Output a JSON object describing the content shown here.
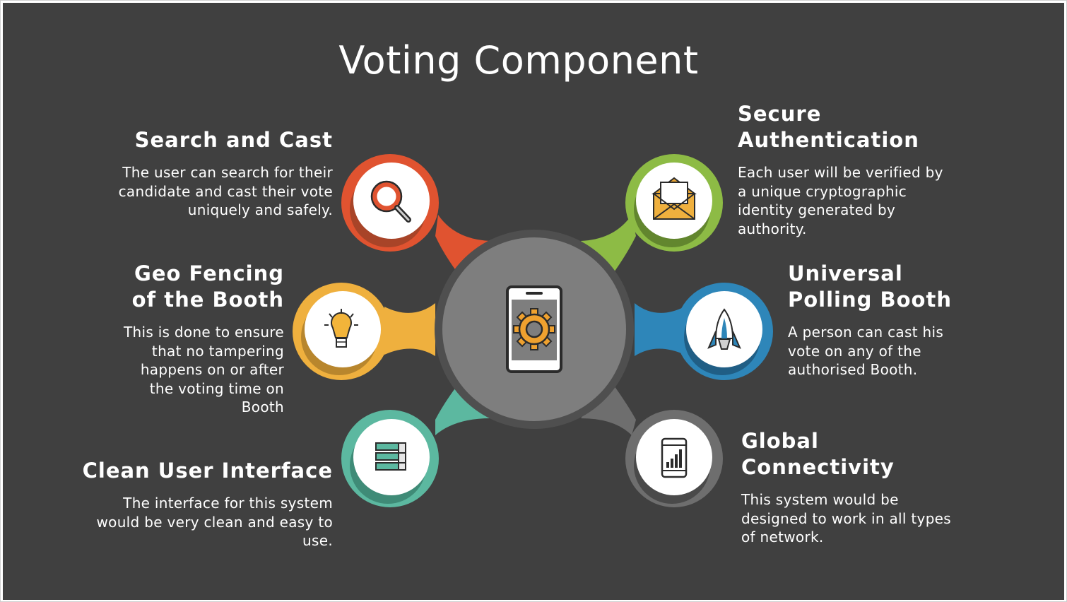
{
  "title": "Voting Component",
  "colors": {
    "background": "#404040",
    "search": "#E05330",
    "geo": "#EFB03E",
    "clean": "#5CB8A0",
    "secure": "#8DBB45",
    "universal": "#2E86B9",
    "global": "#6E6E6E",
    "hub_ring": "#4F4F4F",
    "hub_fill": "#7E7E7E"
  },
  "hub": {
    "icon": "smartphone-gear-icon"
  },
  "features": {
    "search": {
      "heading": [
        "Search and Cast"
      ],
      "desc": [
        "The user can search for their",
        "candidate and cast their vote",
        "uniquely and safely."
      ],
      "icon": "magnifier-icon"
    },
    "geo": {
      "heading": [
        "Geo Fencing",
        "of the Booth"
      ],
      "desc": [
        "This is done to ensure",
        "that no tampering",
        "happens on or after",
        "the voting time on",
        "Booth"
      ],
      "icon": "lightbulb-icon"
    },
    "clean": {
      "heading": [
        "Clean User Interface"
      ],
      "desc": [
        "The interface for this system",
        "would be very clean and easy to",
        "use."
      ],
      "icon": "server-stack-icon"
    },
    "secure": {
      "heading": [
        "Secure",
        "Authentication"
      ],
      "desc": [
        "Each user will be verified by",
        "a unique cryptographic",
        "identity generated by",
        "authority."
      ],
      "icon": "envelope-icon"
    },
    "universal": {
      "heading": [
        "Universal",
        "Polling Booth"
      ],
      "desc": [
        "A person can cast his",
        "vote on any of the",
        "authorised Booth."
      ],
      "icon": "rocket-icon"
    },
    "global": {
      "heading": [
        "Global",
        "Connectivity"
      ],
      "desc": [
        "This system would be",
        "designed to work in all types",
        "of network."
      ],
      "icon": "phone-signal-icon"
    }
  }
}
